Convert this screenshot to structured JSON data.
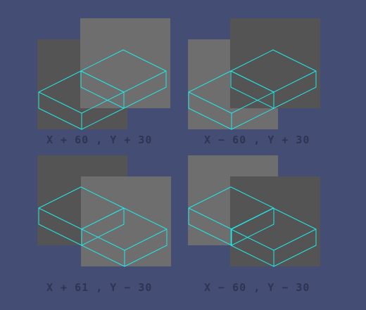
{
  "colors": {
    "background": "#444d73",
    "tile_dark": "#545454",
    "tile_light": "#6e6e6e",
    "wireframe": "#23e6e6",
    "caption": "#2e3553"
  },
  "panels": [
    {
      "caption": "X + 60 , Y + 30"
    },
    {
      "caption": "X − 60 , Y + 30"
    },
    {
      "caption": "X + 61 , Y − 30"
    },
    {
      "caption": "X − 60 , Y − 30"
    }
  ]
}
